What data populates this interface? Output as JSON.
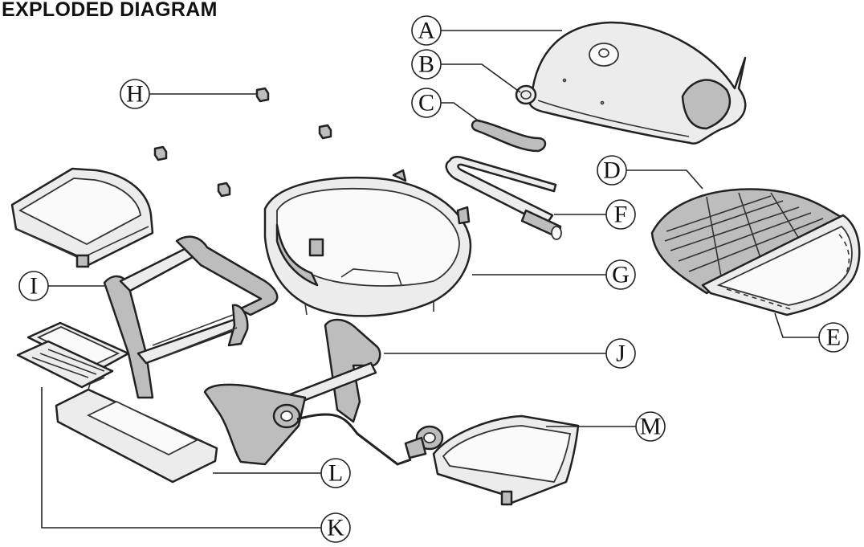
{
  "title": "EXPLODED DIAGRAM",
  "callouts": [
    {
      "id": "A",
      "label": "A"
    },
    {
      "id": "B",
      "label": "B"
    },
    {
      "id": "C",
      "label": "C"
    },
    {
      "id": "D",
      "label": "D"
    },
    {
      "id": "E",
      "label": "E"
    },
    {
      "id": "F",
      "label": "F"
    },
    {
      "id": "G",
      "label": "G"
    },
    {
      "id": "H",
      "label": "H"
    },
    {
      "id": "I",
      "label": "I"
    },
    {
      "id": "J",
      "label": "J"
    },
    {
      "id": "K",
      "label": "K"
    },
    {
      "id": "L",
      "label": "L"
    },
    {
      "id": "M",
      "label": "M"
    }
  ]
}
